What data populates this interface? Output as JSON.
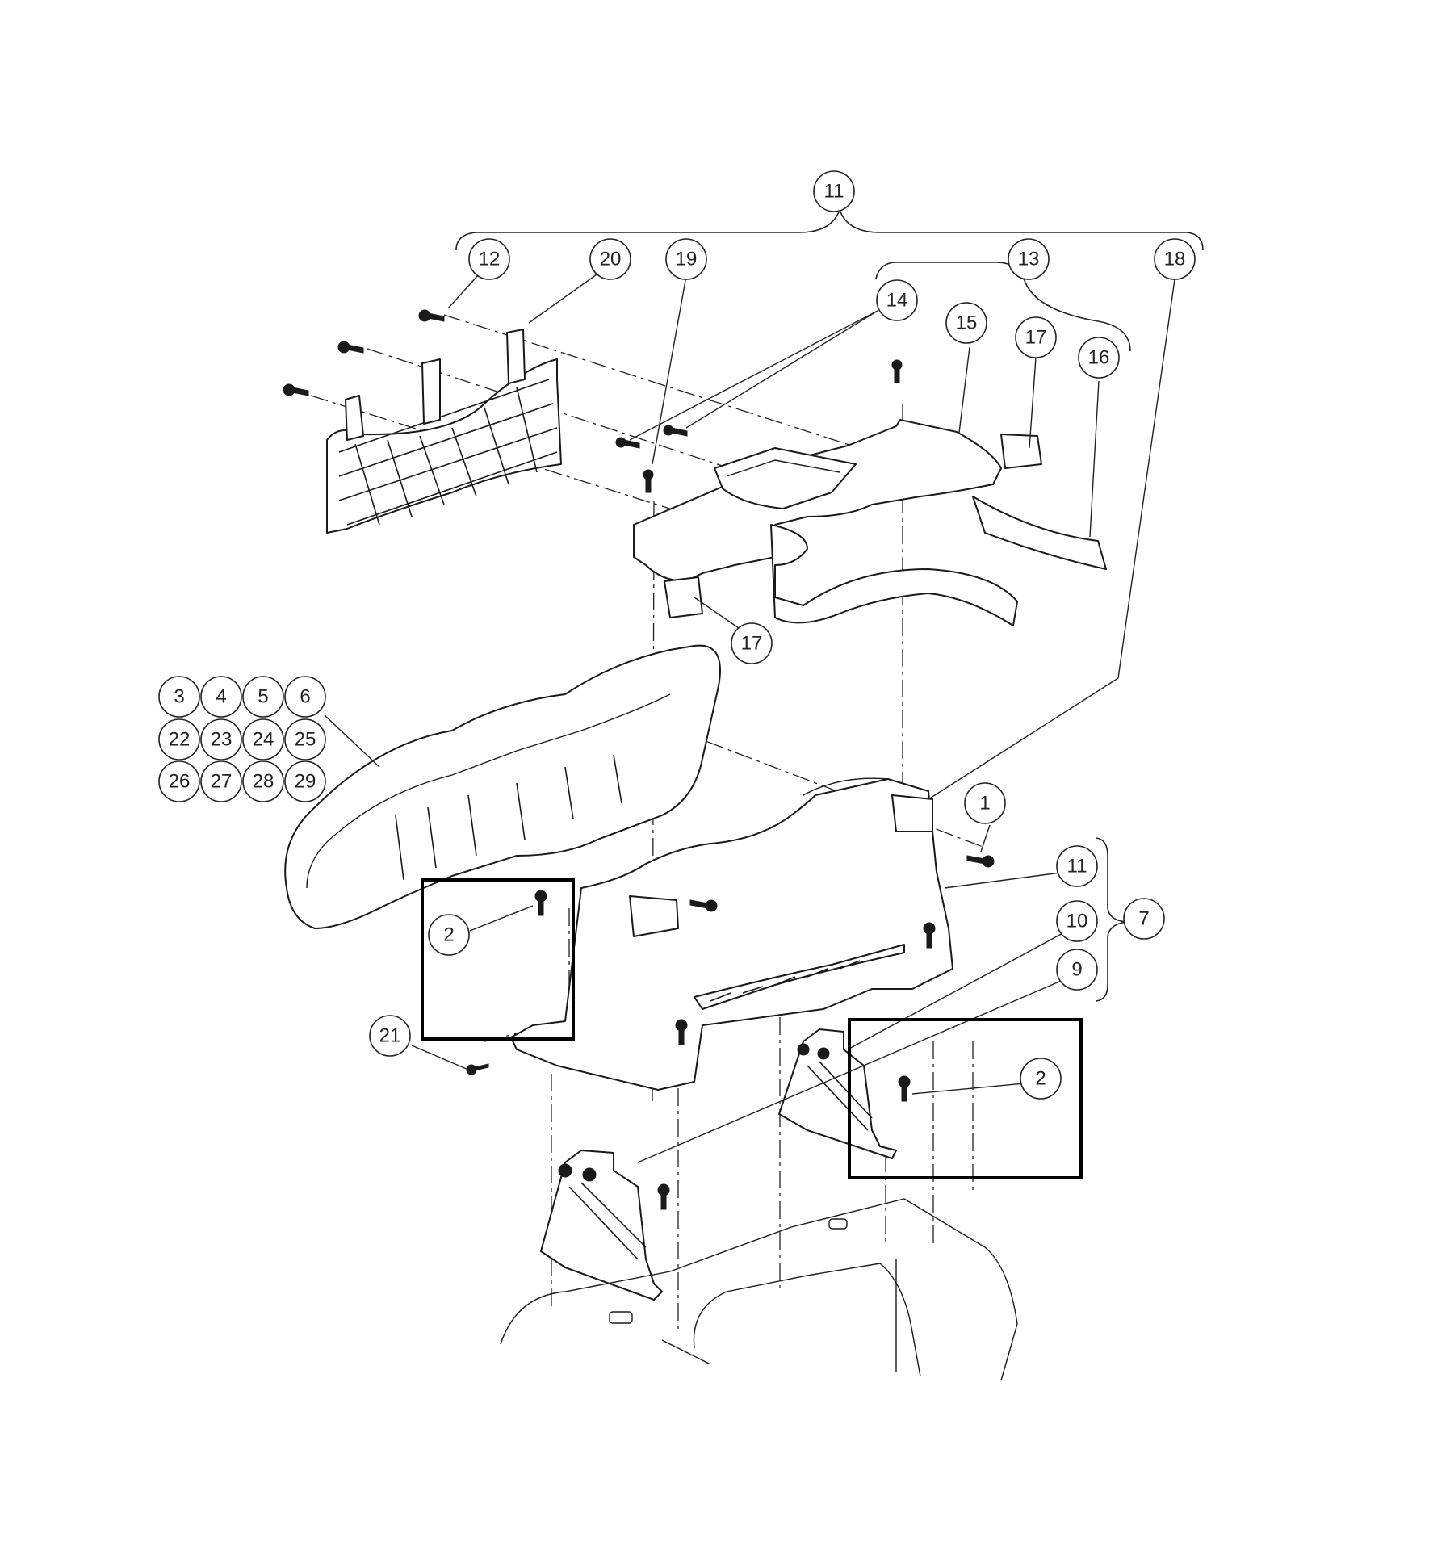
{
  "callouts": [
    {
      "id": "c11-top",
      "label": "11"
    },
    {
      "id": "c12",
      "label": "12"
    },
    {
      "id": "c20",
      "label": "20"
    },
    {
      "id": "c19",
      "label": "19"
    },
    {
      "id": "c13",
      "label": "13"
    },
    {
      "id": "c18",
      "label": "18"
    },
    {
      "id": "c14",
      "label": "14"
    },
    {
      "id": "c15",
      "label": "15"
    },
    {
      "id": "c17-top",
      "label": "17"
    },
    {
      "id": "c16",
      "label": "16"
    },
    {
      "id": "c17-bottom",
      "label": "17"
    },
    {
      "id": "c3",
      "label": "3"
    },
    {
      "id": "c4",
      "label": "4"
    },
    {
      "id": "c5",
      "label": "5"
    },
    {
      "id": "c6",
      "label": "6"
    },
    {
      "id": "c22",
      "label": "22"
    },
    {
      "id": "c23",
      "label": "23"
    },
    {
      "id": "c24",
      "label": "24"
    },
    {
      "id": "c25",
      "label": "25"
    },
    {
      "id": "c26",
      "label": "26"
    },
    {
      "id": "c27",
      "label": "27"
    },
    {
      "id": "c28",
      "label": "28"
    },
    {
      "id": "c29",
      "label": "29"
    },
    {
      "id": "c1",
      "label": "1"
    },
    {
      "id": "c11-side",
      "label": "11"
    },
    {
      "id": "c10",
      "label": "10"
    },
    {
      "id": "c7",
      "label": "7"
    },
    {
      "id": "c9",
      "label": "9"
    },
    {
      "id": "c2-left",
      "label": "2"
    },
    {
      "id": "c2-right",
      "label": "2"
    },
    {
      "id": "c21",
      "label": "21"
    }
  ]
}
